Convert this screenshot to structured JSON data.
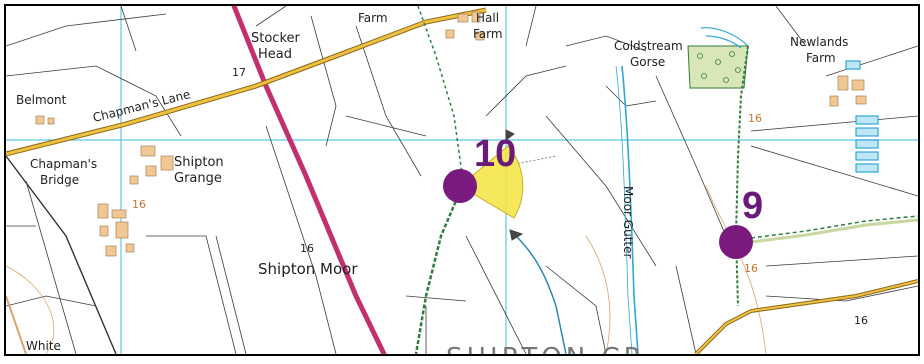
{
  "place_labels": {
    "stocker_head_1": "Stocker",
    "stocker_head_2": "Head",
    "farm_top": "Farm",
    "hall_farm_1": "Hall",
    "hall_farm_2": "Farm",
    "coldstream_1": "Coldstream",
    "coldstream_2": "Gorse",
    "newlands_1": "Newlands",
    "newlands_2": "Farm",
    "belmont": "Belmont",
    "chapmans_lane": "Chapman's Lane",
    "chapmans_bridge_1": "Chapman's",
    "chapmans_bridge_2": "Bridge",
    "shipton_grange_1": "Shipton",
    "shipton_grange_2": "Grange",
    "shipton_moor": "Shipton Moor",
    "moor_gutter": "Moor Gutter",
    "white": "White",
    "shipton_cp": "SHIPTON CP"
  },
  "spot_heights": {
    "h17": "17",
    "h16_a": "16",
    "h16_b": "16",
    "h16_c": "16",
    "h16_d": "16",
    "h16_e": "16"
  },
  "markers": {
    "waypoint_10": "10",
    "waypoint_9": "9"
  },
  "colors": {
    "marker_fill": "#7a1a7e",
    "view_cone": "#f5e64a",
    "a_road": "#c2316e",
    "b_road": "#e8b533",
    "grid_line": "#62c6e6",
    "footpath": "#2e7d3a",
    "woodland": "#d8e6b8"
  }
}
